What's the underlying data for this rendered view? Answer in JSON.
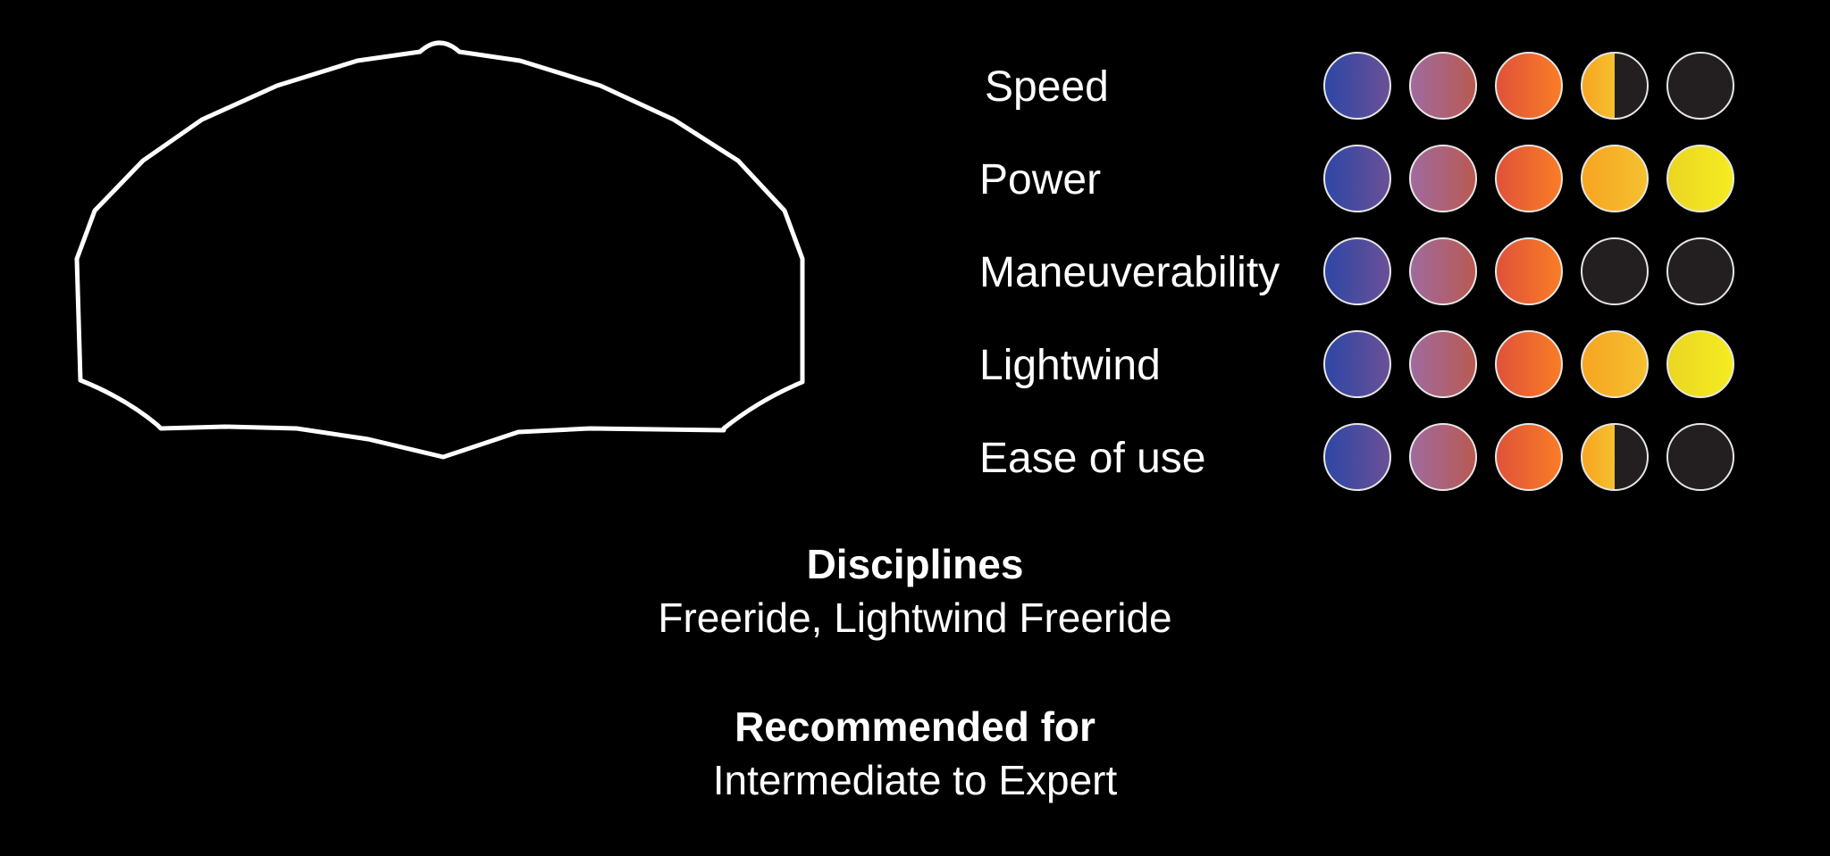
{
  "colors": {
    "background": "#000000",
    "outline": "#ffffff",
    "empty_dot": "#231f20",
    "dot_border": "#e6e6e6",
    "level_colors": [
      [
        "#2e47a6",
        "#6a5096"
      ],
      [
        "#a06a9e",
        "#b85a52"
      ],
      [
        "#e0523a",
        "#f97d26"
      ],
      [
        "#f7a520",
        "#f5c030"
      ],
      [
        "#ebd622",
        "#f4ec22"
      ]
    ]
  },
  "ratings": [
    {
      "label": "Speed",
      "value": 3.5,
      "max": 5
    },
    {
      "label": "Power",
      "value": 5,
      "max": 5
    },
    {
      "label": "Maneuverability",
      "value": 3,
      "max": 5
    },
    {
      "label": "Lightwind",
      "value": 5,
      "max": 5
    },
    {
      "label": "Ease of use",
      "value": 3.5,
      "max": 5
    }
  ],
  "disciplines": {
    "heading": "Disciplines",
    "text": "Freeride, Lightwind Freeride"
  },
  "recommended": {
    "heading": "Recommended for",
    "text": "Intermediate to Expert"
  }
}
